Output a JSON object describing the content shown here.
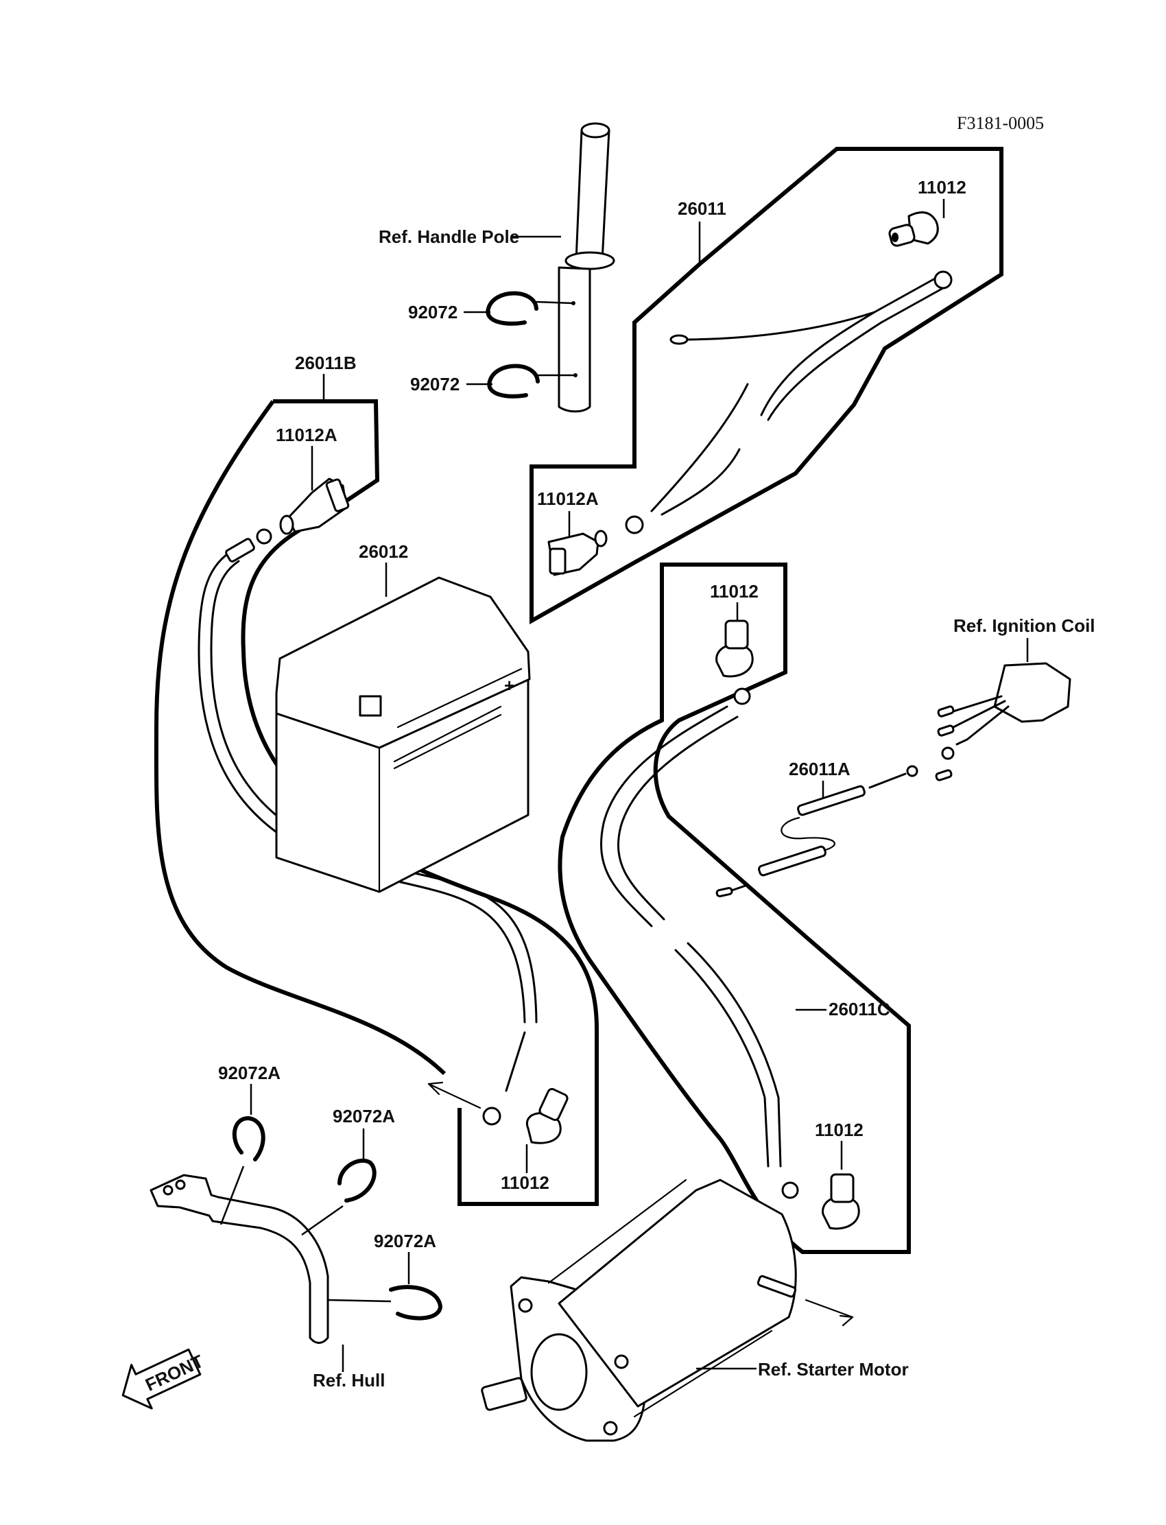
{
  "diagram": {
    "figure_code": "F3181-0005",
    "ink_color": "#000000",
    "background_color": "#ffffff",
    "callouts": {
      "wire_harness_main": "26011",
      "cap_top_right": "11012",
      "handle_pole_ref": "Ref. Handle Pole",
      "clamp_upper": "92072",
      "clamp_lower": "92072",
      "battery_cable_negative": "26011B",
      "boot_left": "11012A",
      "battery": "26012",
      "boot_right": "11012A",
      "cap_middle": "11012",
      "ignition_coil_ref": "Ref. Ignition Coil",
      "lead_wire": "26011A",
      "starter_cable": "26011C",
      "cap_lower_right": "11012",
      "cap_lower_middle": "11012",
      "hull_clamp_1": "92072A",
      "hull_clamp_2": "92072A",
      "hull_clamp_3": "92072A",
      "hull_ref": "Ref. Hull",
      "starter_motor_ref": "Ref. Starter Motor",
      "direction_arrow": "FRONT"
    }
  }
}
